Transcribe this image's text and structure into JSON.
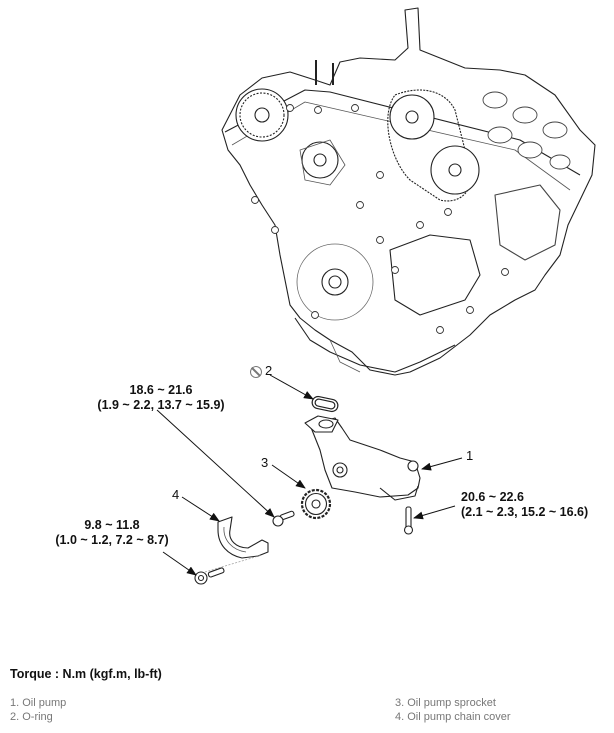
{
  "diagram": {
    "subject": "engine-front-oil-pump-assembly",
    "callouts": [
      {
        "number": "1",
        "part": "Oil pump"
      },
      {
        "number": "2",
        "part": "O-ring",
        "symbol": "do-not-reuse-icon"
      },
      {
        "number": "3",
        "part": "Oil pump sprocket"
      },
      {
        "number": "4",
        "part": "Oil pump chain cover"
      }
    ],
    "torques": [
      {
        "id": "pump-mount-bolt-upper",
        "line1": "18.6 ~ 21.6",
        "line2": "(1.9 ~ 2.2, 13.7 ~ 15.9)"
      },
      {
        "id": "chain-cover-bolt",
        "line1": "9.8 ~ 11.8",
        "line2": "(1.0 ~ 1.2, 7.2 ~ 8.7)"
      },
      {
        "id": "pump-mount-bolt-right",
        "line1": "20.6 ~ 22.6",
        "line2": "(2.1 ~ 2.3, 15.2 ~ 16.6)"
      }
    ]
  },
  "legend": {
    "title": "Torque : N.m (kgf.m, lb-ft)",
    "items": [
      "1. Oil pump",
      "2. O-ring",
      "3. Oil pump sprocket",
      "4. Oil pump chain cover"
    ]
  },
  "colors": {
    "line": "#222222",
    "label": "#111111",
    "legend_text": "#777777",
    "no_reuse_symbol": "#777777"
  }
}
